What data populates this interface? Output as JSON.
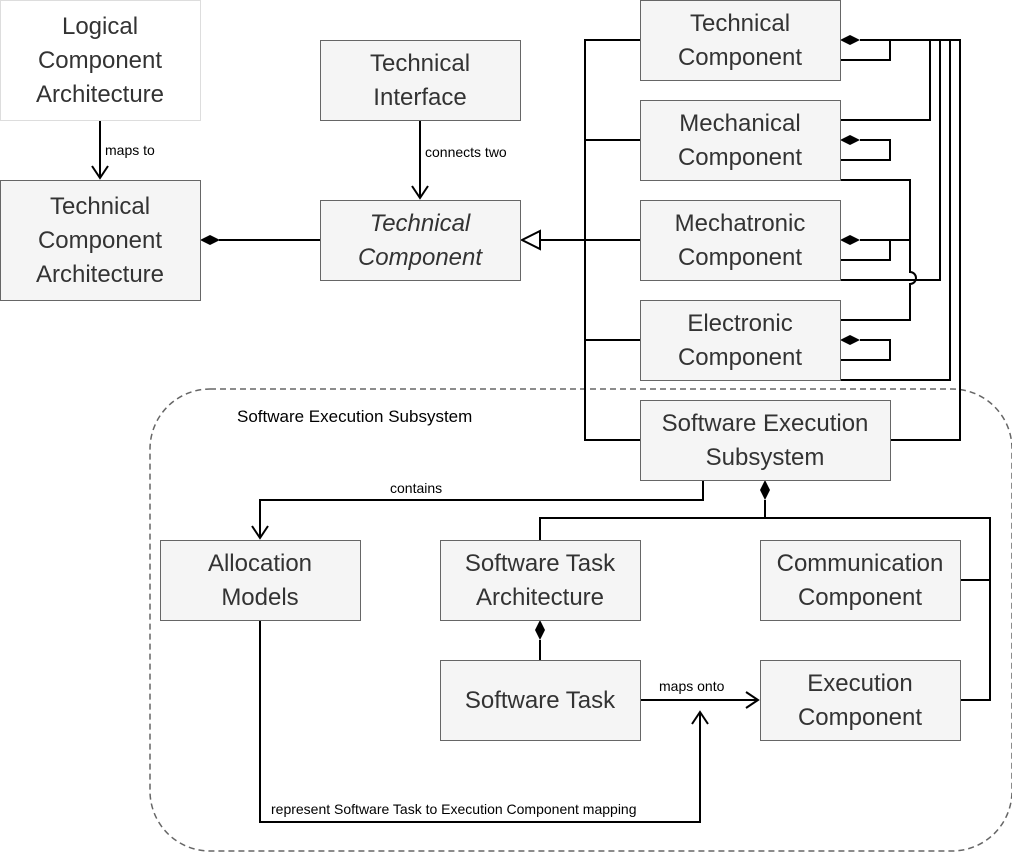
{
  "nodes": {
    "logical_component_architecture": [
      "Logical",
      "Component",
      "Architecture"
    ],
    "technical_component_architecture": [
      "Technical",
      "Component",
      "Architecture"
    ],
    "technical_interface": [
      "Technical",
      "Interface"
    ],
    "technical_component_abstract": [
      "Technical",
      "Component"
    ],
    "technical_component": [
      "Technical",
      "Component"
    ],
    "mechanical_component": [
      "Mechanical",
      "Component"
    ],
    "mechatronic_component": [
      "Mechatronic",
      "Component"
    ],
    "electronic_component": [
      "Electronic",
      "Component"
    ],
    "software_execution_subsystem": [
      "Software Execution",
      "Subsystem"
    ],
    "allocation_models": [
      "Allocation",
      "Models"
    ],
    "software_task_architecture": [
      "Software Task",
      "Architecture"
    ],
    "communication_component": [
      "Communication",
      "Component"
    ],
    "software_task": [
      "Software Task"
    ],
    "execution_component": [
      "Execution",
      "Component"
    ]
  },
  "edge_labels": {
    "maps_to": "maps to",
    "connects_two": "connects two",
    "contains": "contains",
    "maps_onto": "maps onto",
    "represent_mapping": "represent Software Task to Execution Component mapping"
  },
  "group": {
    "label": "Software Execution Subsystem"
  },
  "colors": {
    "node_fill": "#f5f5f5",
    "node_stroke": "#666666",
    "edge": "#000000",
    "text": "#333333"
  }
}
